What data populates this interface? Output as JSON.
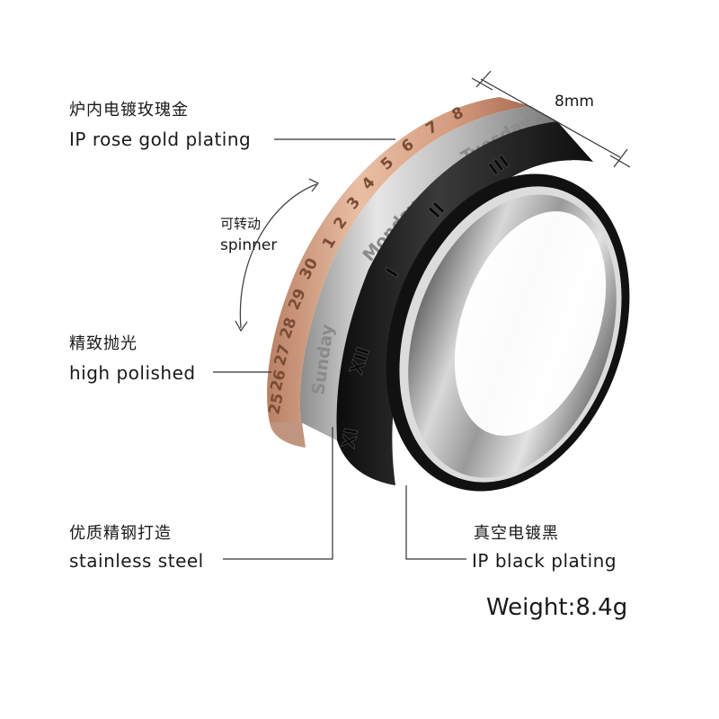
{
  "labels": {
    "rose_gold": {
      "cn": "炉内电镀玫瑰金",
      "en": "IP rose gold plating"
    },
    "spinner": {
      "cn": "可转动",
      "en": "spinner"
    },
    "polished": {
      "cn": "精致抛光",
      "en": "high polished"
    },
    "steel": {
      "cn": "优质精钢打造",
      "en": "stainless steel"
    },
    "black": {
      "cn": "真空电镀黑",
      "en": "IP black plating"
    },
    "width": "8mm",
    "weight": "Weight:8.4g"
  },
  "engravings": {
    "gold_numbers": [
      "25",
      "26",
      "27",
      "28",
      "29",
      "30",
      "1",
      "2",
      "3",
      "4",
      "5",
      "6",
      "7",
      "8"
    ],
    "silver_days": [
      "Sunday",
      "Monday",
      "Tuesday"
    ],
    "black_numerals": [
      "XI",
      "XII",
      "I",
      "II",
      "III"
    ]
  },
  "colors": {
    "rose_gold": "#d9a88a",
    "silver": "#c9c9c9",
    "black": "#1e1e1e",
    "annotation_line": "#333333"
  }
}
